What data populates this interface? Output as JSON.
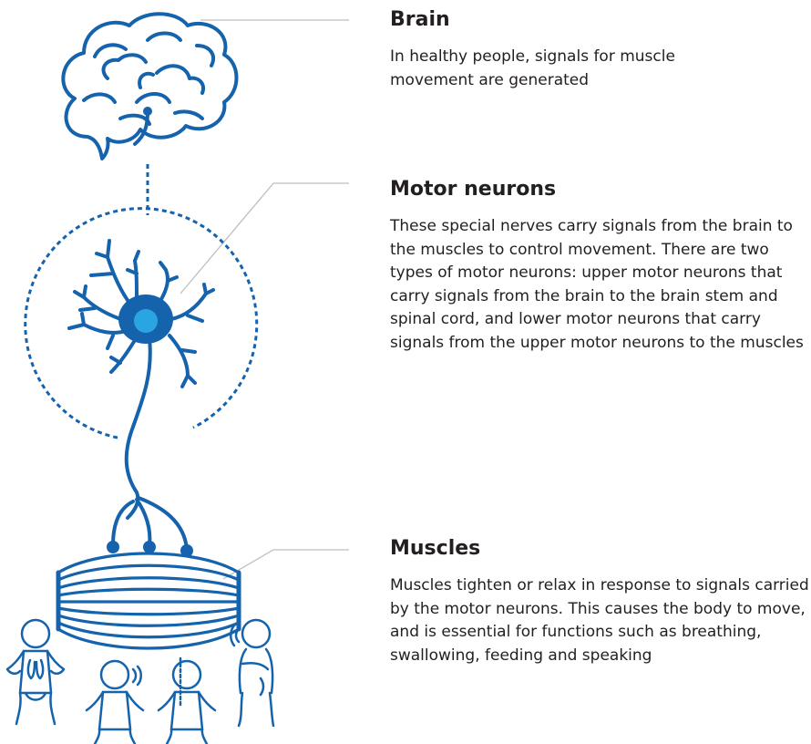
{
  "sections": {
    "brain": {
      "title": "Brain",
      "description": "In healthy people, signals for muscle movement are generated"
    },
    "motor_neurons": {
      "title": "Motor neurons",
      "description": "These special nerves carry signals from the brain to the muscles to control movement. There are two types of motor neurons: upper motor neurons that carry signals from the brain to the brain stem and spinal cord, and lower motor neurons that carry signals from the upper motor neurons to the muscles"
    },
    "muscles": {
      "title": "Muscles",
      "description": "Muscles tighten or relax in response to signals carried by the motor neurons. This causes the body to move, and is essential for functions such as breathing, swallowing, feeding and speaking"
    }
  },
  "colors": {
    "primary_blue": "#1563ad",
    "neuron_nucleus": "#2aa5e3",
    "leader_line": "#bcbec0",
    "text": "#231f20"
  },
  "icons": [
    "brain-icon",
    "neuron-icon",
    "muscle-icon",
    "baby-breathing-icon",
    "baby-speaking-icon",
    "baby-swallowing-icon",
    "child-walking-icon"
  ]
}
